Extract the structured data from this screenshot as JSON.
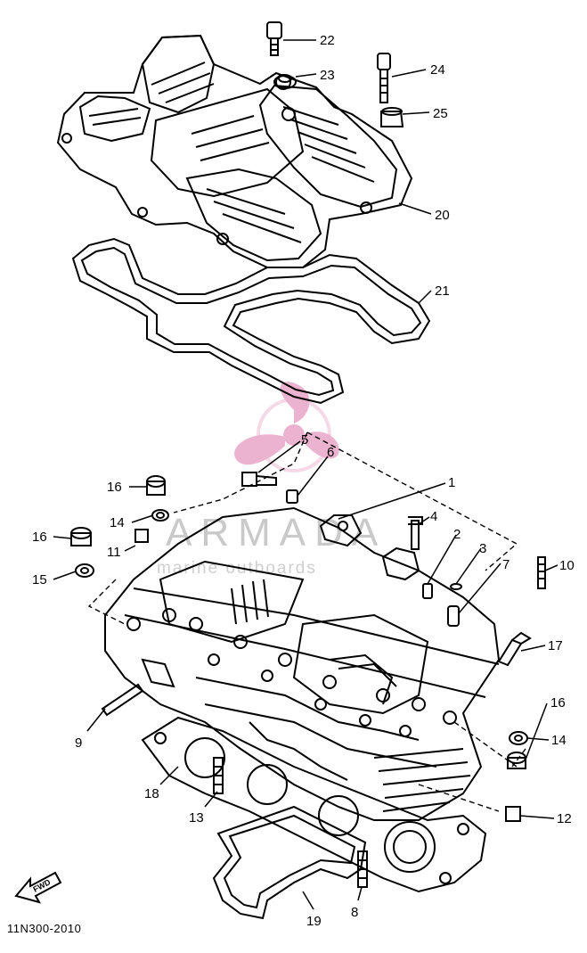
{
  "diagram": {
    "part_code": "11N300-2010",
    "fwd_label": "FWD",
    "callouts": [
      "22",
      "23",
      "24",
      "25",
      "20",
      "21",
      "5",
      "6",
      "1",
      "4",
      "2",
      "3",
      "7",
      "10",
      "16",
      "14",
      "11",
      "16",
      "15",
      "17",
      "16",
      "14",
      "9",
      "18",
      "13",
      "12",
      "8",
      "19"
    ]
  },
  "watermark": {
    "brand": "ARMADA",
    "tagline": "marine outboards"
  },
  "colors": {
    "line": "#000000",
    "background": "#ffffff",
    "watermark_pink": "#e8a6c8",
    "watermark_grey": "#c9c9c9"
  }
}
